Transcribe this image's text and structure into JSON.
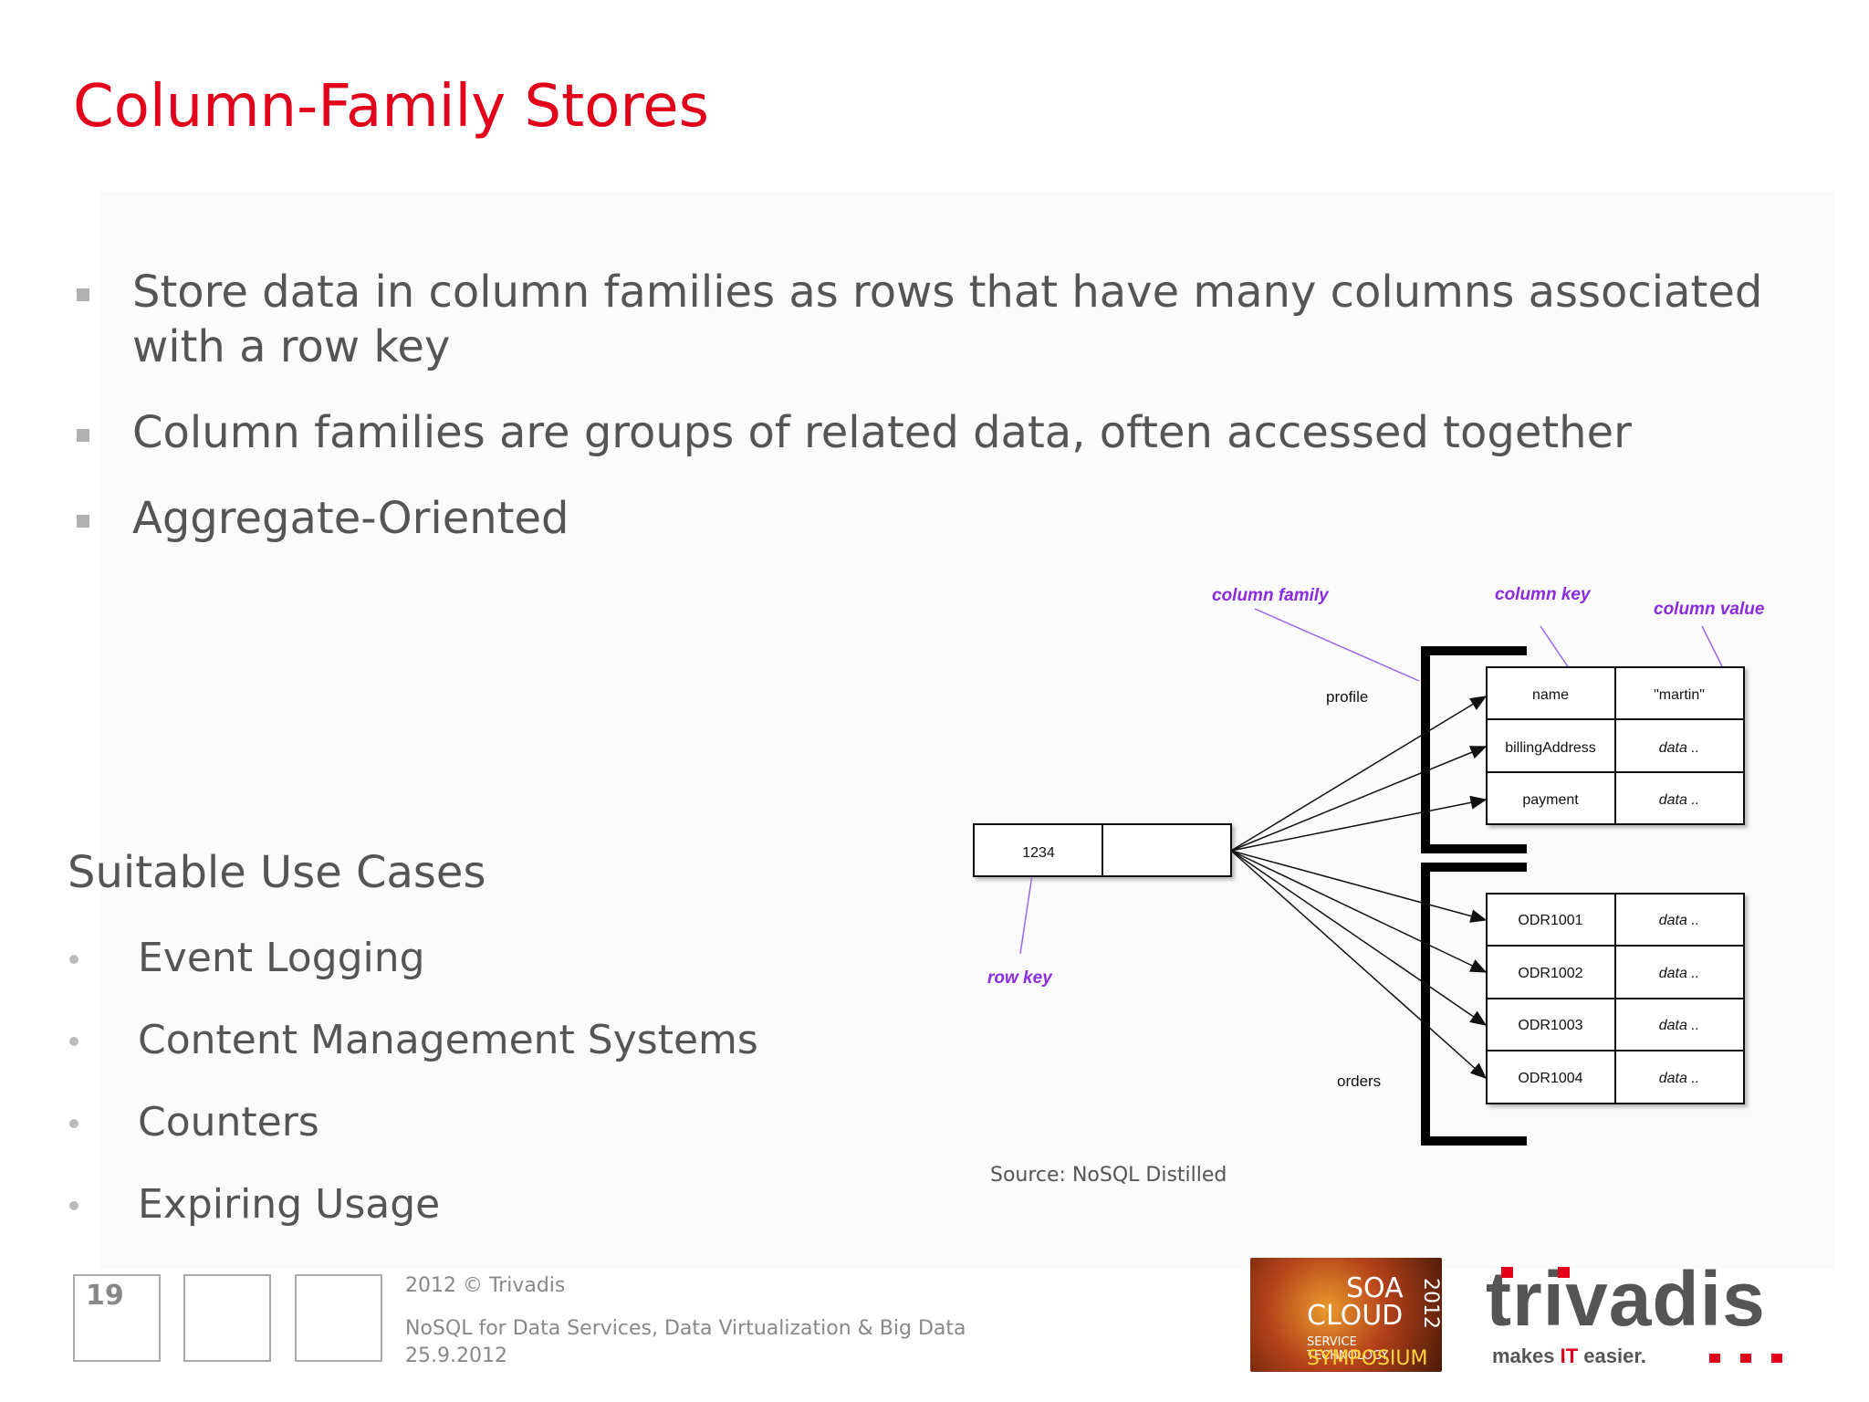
{
  "slide": {
    "title": "Column-Family Stores",
    "bullets": [
      "Store data in column families as rows that have many columns associated with a row key",
      "Column families are groups of related data, often accessed together",
      "Aggregate-Oriented"
    ],
    "use_cases_title": "Suitable Use Cases",
    "use_cases": [
      "Event Logging",
      "Content Management Systems",
      "Counters",
      "Expiring Usage"
    ]
  },
  "diagram": {
    "annotations": {
      "column_family": "column family",
      "column_key": "column key",
      "column_value": "column value",
      "row_key": "row key"
    },
    "row_key_value": "1234",
    "profile": {
      "label": "profile",
      "rows": [
        {
          "key": "name",
          "value": "\"martin\""
        },
        {
          "key": "billingAddress",
          "value": "data .."
        },
        {
          "key": "payment",
          "value": "data .."
        }
      ]
    },
    "orders": {
      "label": "orders",
      "rows": [
        {
          "key": "ODR1001",
          "value": "data .."
        },
        {
          "key": "ODR1002",
          "value": "data .."
        },
        {
          "key": "ODR1003",
          "value": "data .."
        },
        {
          "key": "ODR1004",
          "value": "data .."
        }
      ]
    },
    "source": "Source: NoSQL Distilled",
    "annotation_color": "#8a2be2"
  },
  "footer": {
    "page_number": "19",
    "copyright": "2012 © Trivadis",
    "event": "NoSQL for Data Services, Data Virtualization & Big Data",
    "date": "25.9.2012"
  },
  "logos": {
    "soa": {
      "line1": "SOA",
      "line2": "CLOUD",
      "line3": "SERVICE TECHNOLOGY",
      "line4": "SYMPOSIUM",
      "year": "2012"
    },
    "trivadis": {
      "name": "trivadis",
      "tagline_pre": "makes ",
      "tagline_it": "IT",
      "tagline_post": " easier.",
      "brand_color": "#e2001a"
    }
  }
}
